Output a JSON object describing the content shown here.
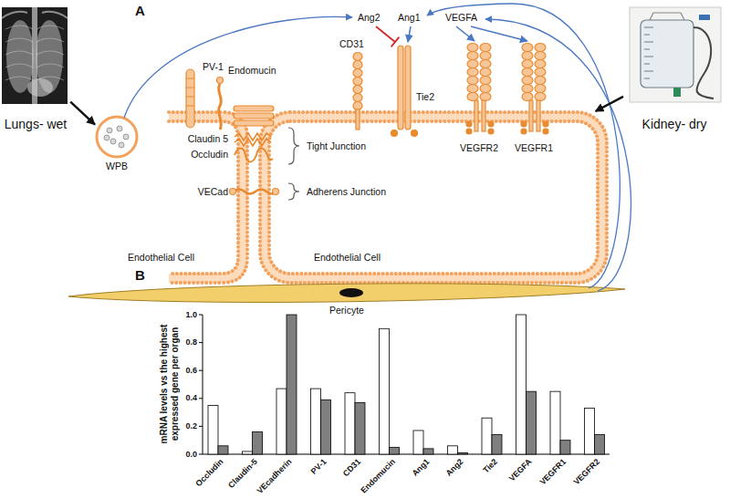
{
  "diagram": {
    "nodes": [
      {
        "text": [
          "Lungs- wet"
        ]
      },
      {
        "text": [
          "WPB"
        ]
      },
      {
        "text": [
          "Endothelial Cell"
        ]
      },
      {
        "text": [
          "Endothelial Cell"
        ]
      },
      {
        "text": [
          "Kidney- dry"
        ]
      },
      {
        "text": [
          "Pericyte"
        ]
      }
    ],
    "edges": [
      {
        "from": 0,
        "to": 1,
        "arrow": "to"
      },
      {
        "from": 4,
        "to": 3,
        "arrow": "to"
      }
    ],
    "labels": [
      "A",
      "Ang2",
      "Ang1",
      "VEGFA",
      "PV-1",
      "Endomucin",
      "CD31",
      "Tie2",
      "VEGFR2",
      "VEGFR1",
      "Claudin 5",
      "Occludin",
      "Tight Junction",
      "VECad",
      "Adherens Junction",
      "B",
      "mRNA levels vs the highest expressed gene per organ",
      "1.0",
      "0.8",
      "0.6",
      "0.4",
      "0.2",
      "0.0",
      "Occludin",
      "Claudin-5",
      "VEcadherin",
      "PV-1",
      "CD31",
      "Endomucin",
      "Ang1",
      "Ang2",
      "Tie2",
      "VEGFA",
      "VEGFR1",
      "VEGFR2"
    ]
  }
}
